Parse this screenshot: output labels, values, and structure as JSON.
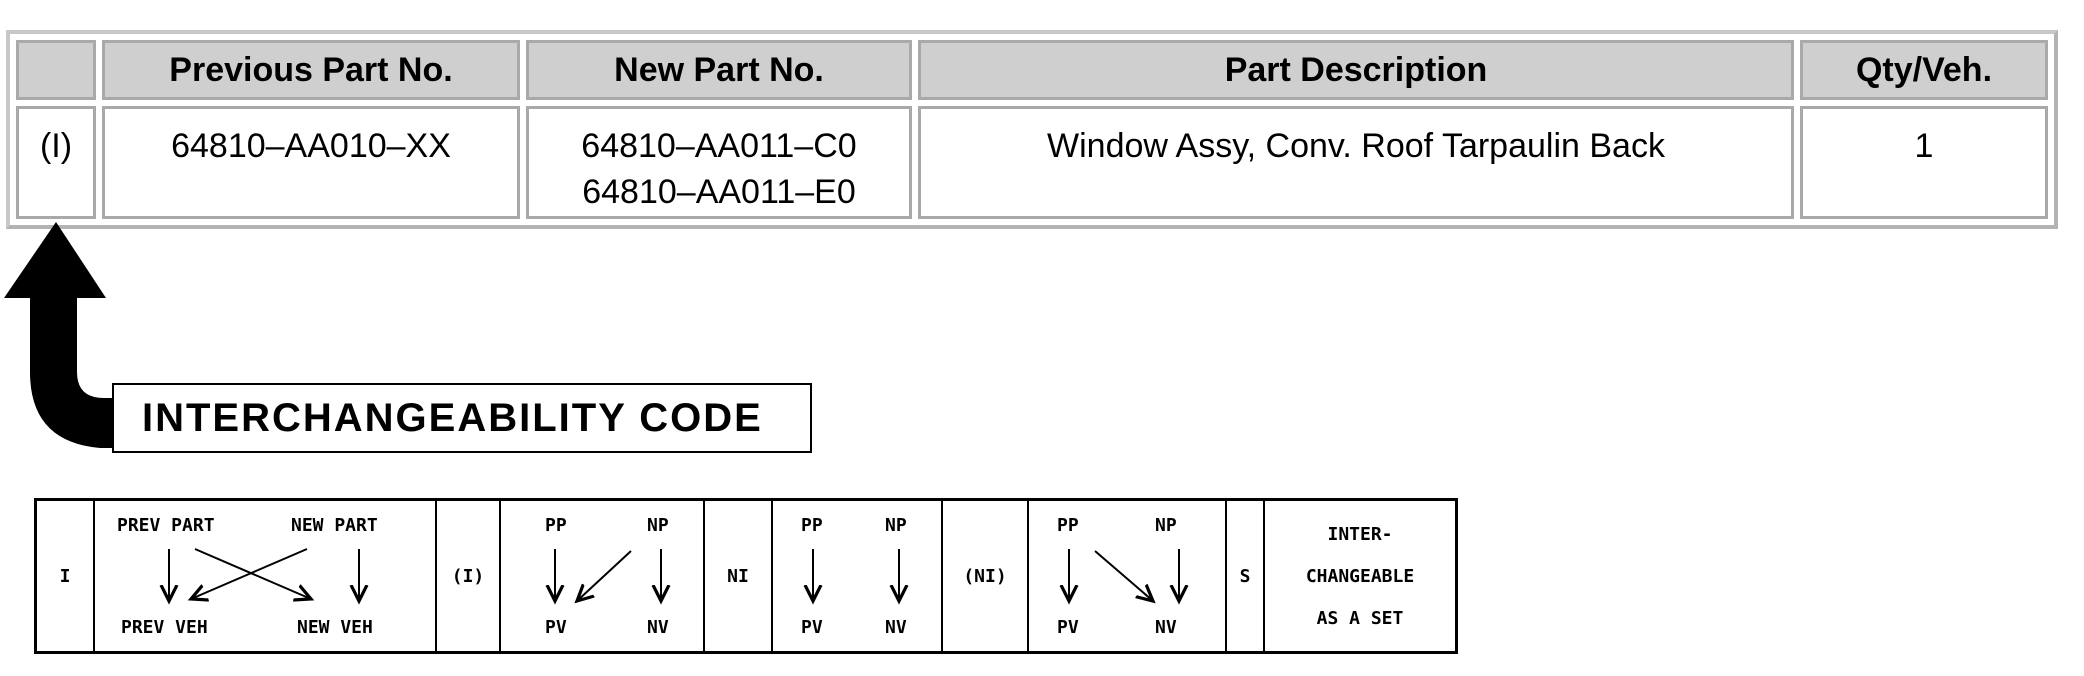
{
  "table": {
    "headers": [
      "",
      "Previous Part No.",
      "New Part No.",
      "Part Description",
      "Qty/Veh."
    ],
    "row": {
      "code": "(I)",
      "previous_part": "64810–AA010–XX",
      "new_parts": [
        "64810–AA011–C0",
        "64810–AA011–E0"
      ],
      "description": "Window Assy, Conv. Roof Tarpaulin Back",
      "qty": "1"
    }
  },
  "code_label": "INTERCHANGEABILITY CODE",
  "legend": {
    "i": {
      "code": "I",
      "prev_part": "PREV PART",
      "new_part": "NEW PART",
      "prev_veh": "PREV VEH",
      "new_veh": "NEW VEH"
    },
    "paren_i": {
      "code": "(I)",
      "pp": "PP",
      "np": "NP",
      "pv": "PV",
      "nv": "NV"
    },
    "ni": {
      "code": "NI",
      "pp": "PP",
      "np": "NP",
      "pv": "PV",
      "nv": "NV"
    },
    "paren_ni": {
      "code": "(NI)",
      "pp": "PP",
      "np": "NP",
      "pv": "PV",
      "nv": "NV"
    },
    "s": {
      "code": "S",
      "line1": "INTER-",
      "line2": "CHANGEABLE",
      "line3": "AS A SET"
    }
  }
}
